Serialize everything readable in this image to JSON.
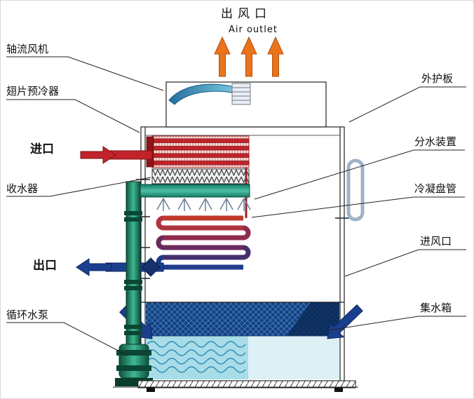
{
  "diagram": {
    "top": {
      "air_outlet_cn": "出风口",
      "air_outlet_en": "Air outlet"
    },
    "left_labels": {
      "axial_fan": "轴流风机",
      "fin_precooler": "翅片预冷器",
      "inlet": "进口",
      "drift_eliminator": "收水器",
      "outlet": "出口",
      "circulating_pump": "循环水泵"
    },
    "right_labels": {
      "outer_panel": "外护板",
      "water_distributor": "分水装置",
      "condensing_coil": "冷凝盘管",
      "air_inlet": "进风口",
      "water_tank": "集水箱"
    },
    "colors": {
      "hot_inlet_red": "#c2232a",
      "cold_outlet_blue": "#1b3f8f",
      "pipe_green": "#0e5c44",
      "pipe_teal": "#2a9a86",
      "fan_blue": "#2d7fae",
      "air_arrow_orange": "#e8731a",
      "tank_dark_blue": "#14407c",
      "water_light_blue": "#a8dce6"
    }
  }
}
